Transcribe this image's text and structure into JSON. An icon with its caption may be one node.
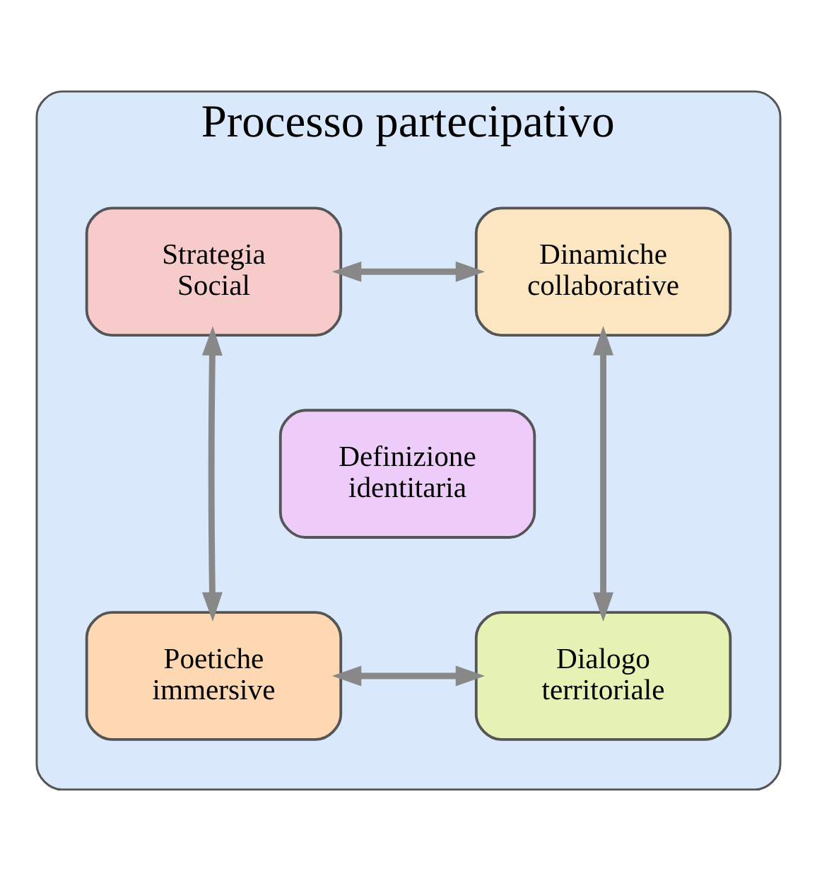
{
  "diagram": {
    "nodes": [
      {
        "text": [
          "Processo partecipativo"
        ]
      },
      {
        "text": [
          "Strategia Social"
        ],
        "in": 0
      },
      {
        "text": [
          "Dinamiche collaborative"
        ],
        "in": 0
      },
      {
        "text": [
          "Definizione identitaria"
        ],
        "in": 0
      },
      {
        "text": [
          "Poetiche immersive"
        ],
        "in": 0
      },
      {
        "text": [
          "Dialogo territoriale"
        ],
        "in": 0
      }
    ],
    "edges": [
      {
        "from": 1,
        "to": 2,
        "arrow": "both"
      },
      {
        "from": 1,
        "to": 4,
        "arrow": "both"
      },
      {
        "from": 2,
        "to": 5,
        "arrow": "both"
      },
      {
        "from": 4,
        "to": 5,
        "arrow": "both"
      }
    ]
  }
}
